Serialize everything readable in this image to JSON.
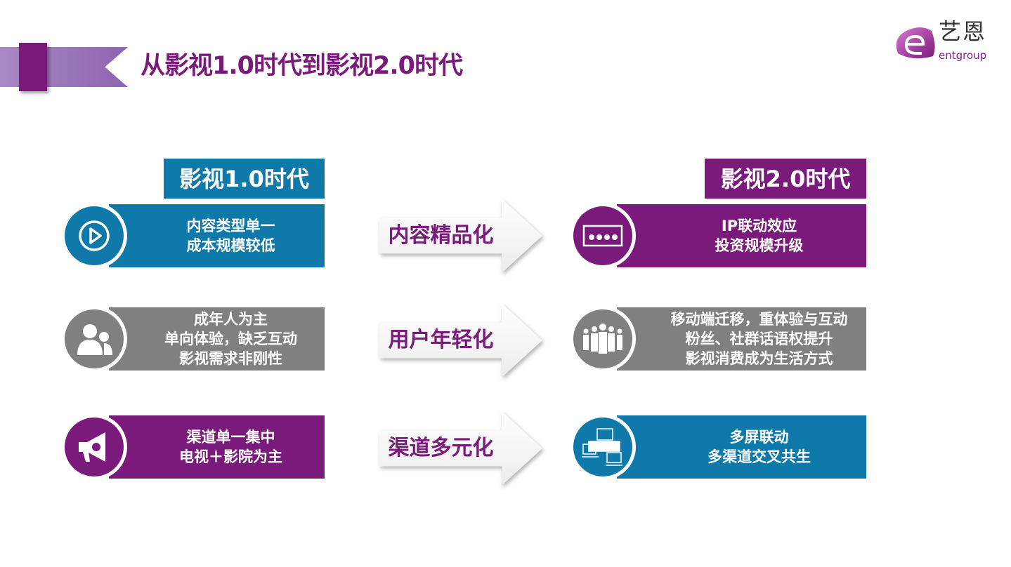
{
  "title": "从影视1.0时代到影视2.0时代",
  "logo": {
    "cn": "艺恩",
    "en": "entgroup"
  },
  "colors": {
    "blue": "#0f7aaa",
    "gray": "#808080",
    "purple": "#7a1a7a"
  },
  "left": {
    "header": "影视1.0时代",
    "items": [
      {
        "icon": "play-icon",
        "lines": [
          "内容类型单一",
          "成本规模较低"
        ]
      },
      {
        "icon": "users-icon",
        "lines": [
          "成年人为主",
          "单向体验，缺乏互动",
          "影视需求非刚性"
        ]
      },
      {
        "icon": "megaphone-icon",
        "lines": [
          "渠道单一集中",
          "电视＋影院为主"
        ]
      }
    ]
  },
  "middle": {
    "arrows": [
      "内容精品化",
      "用户年轻化",
      "渠道多元化"
    ]
  },
  "right": {
    "header": "影视2.0时代",
    "items": [
      {
        "icon": "cinema-screen-icon",
        "lines": [
          "IP联动效应",
          "投资规模升级"
        ]
      },
      {
        "icon": "crowd-icon",
        "lines": [
          "移动端迁移，重体验与互动",
          "粉丝、社群话语权提升",
          "影视消费成为生活方式"
        ]
      },
      {
        "icon": "multi-screen-icon",
        "lines": [
          "多屏联动",
          "多渠道交叉共生"
        ]
      }
    ]
  }
}
